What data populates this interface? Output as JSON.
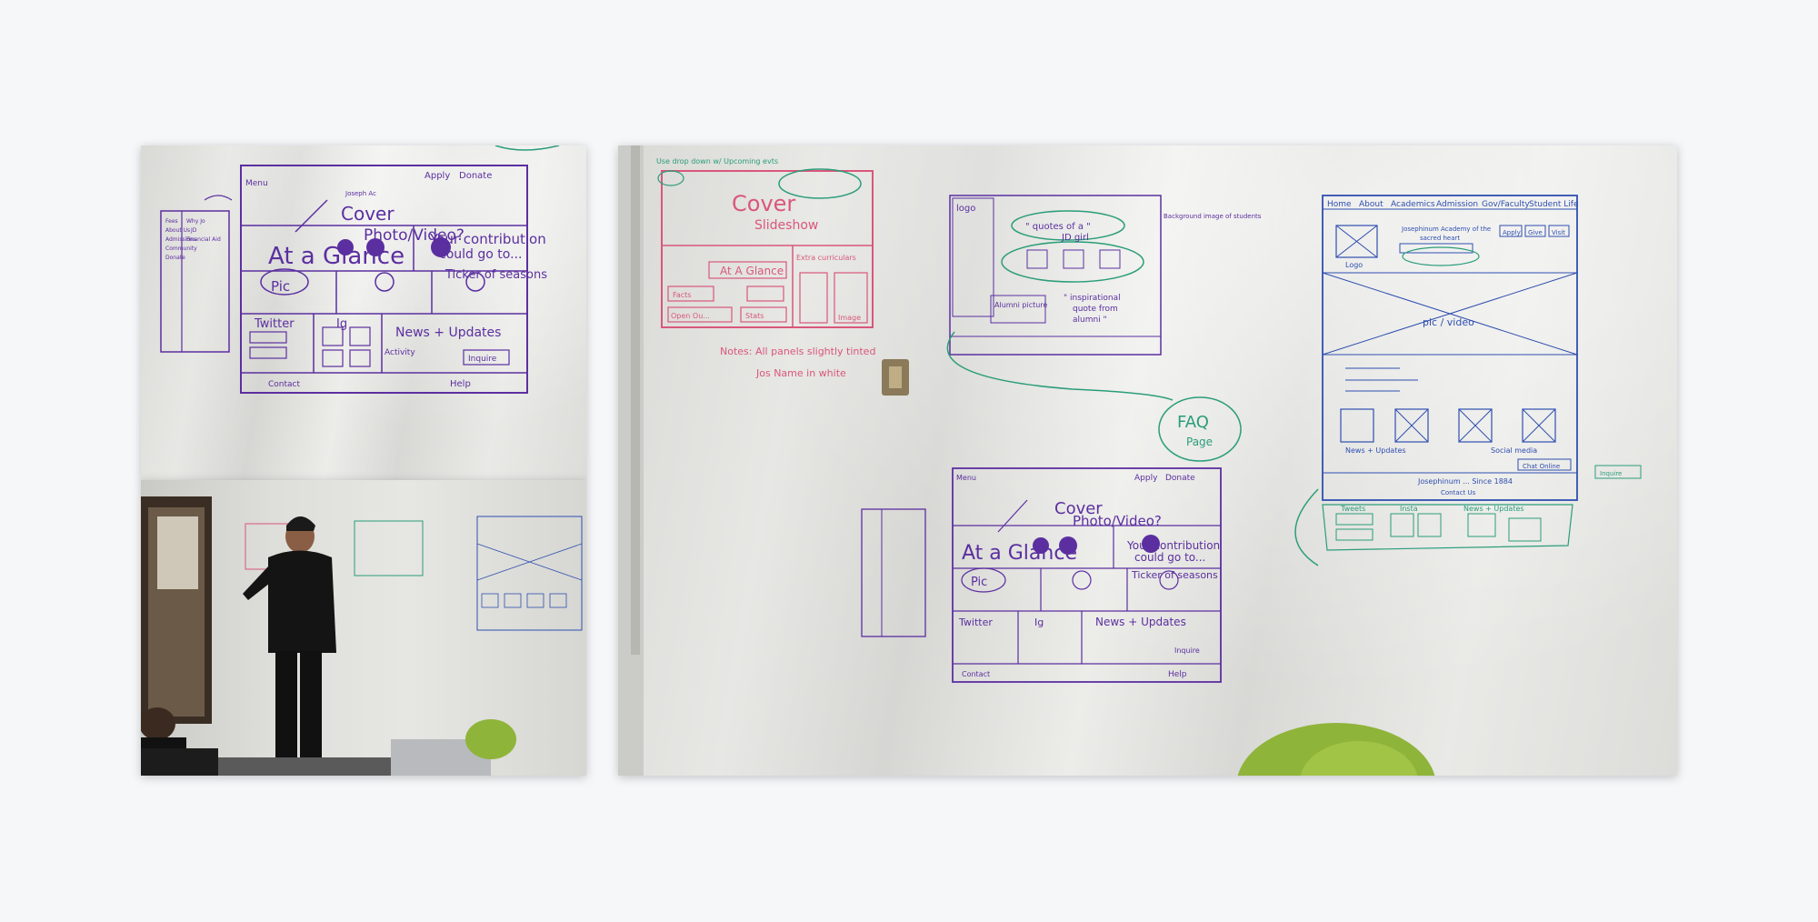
{
  "colors": {
    "purple": "#5b2fa0",
    "green": "#2a9d7a",
    "pink": "#d9577a",
    "blue": "#2f4fb0"
  },
  "sketch_a": {
    "menu": "Menu",
    "logo": "Joseph Ac",
    "apply": "Apply",
    "donate": "Donate",
    "cover_1": "Cover",
    "cover_2": "Photo/Video?",
    "glance": "At a Glance",
    "contrib_1": "Your contribution",
    "contrib_2": "could go to...",
    "ticker": "Ticker of seasons",
    "pic": "Pic",
    "twitter": "Twitter",
    "ig": "Ig",
    "news": "News + Updates",
    "activity": "Activity",
    "inquire": "Inquire",
    "contact": "Contact",
    "help": "Help",
    "side_1": "Fees",
    "side_2": "About Us",
    "side_3": "Admissions",
    "side_4": "Community",
    "side_5": "Donate",
    "side_6": "Why Jo",
    "side_7": "JD",
    "side_8": "Financial Aid"
  },
  "sketch_pink": {
    "top_note": "Use drop down w/ Upcoming evts",
    "cover": "Cover",
    "slideshow": "Slideshow",
    "glance": "At A Glance",
    "extra": "Extra curriculars",
    "facts": "Facts",
    "open": "Open Ou...",
    "stats": "Stats",
    "image": "Image",
    "note_1": "Notes: All panels slightly tinted",
    "note_2": "Jos Name in white"
  },
  "sketch_green": {
    "logo": "logo",
    "quote_1": "\" quotes of a \"",
    "quote_2": "JD girl",
    "alumni_pic": "Alumni picture",
    "alumni_quote_1": "\" inspirational",
    "alumni_quote_2": "quote from",
    "alumni_quote_3": "alumni \"",
    "bg_note": "Background image of students",
    "faq_1": "FAQ",
    "faq_2": "Page"
  },
  "sketch_blue": {
    "nav_home": "Home",
    "nav_about": "About",
    "nav_academics": "Academics",
    "nav_admission": "Admission",
    "nav_gov": "Gov/Faculty",
    "nav_student": "Student Life",
    "school_1": "Josephinum Academy of the",
    "school_2": "sacred heart",
    "logo": "Logo",
    "apply": "Apply",
    "give": "Give",
    "visit": "Visit",
    "media": "pic / video",
    "news": "News + Updates",
    "social": "Social media",
    "since": "Josephinum ... Since 1884",
    "contact": "Contact Us",
    "chat": "Chat Online",
    "inquire": "Inquire",
    "tweets": "Tweets",
    "insta": "Insta",
    "news_bottom": "News + Updates"
  }
}
